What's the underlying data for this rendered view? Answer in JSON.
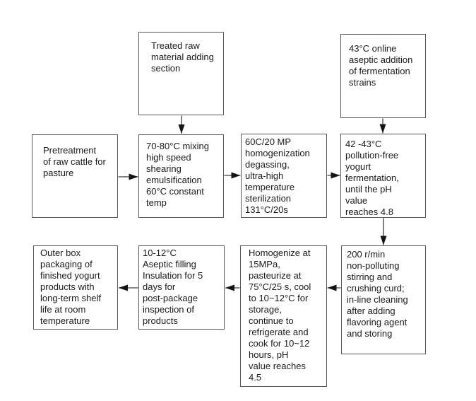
{
  "canvas": {
    "background": "#ffffff",
    "box_border_color": "#595959",
    "text_color": "#1a1a1a",
    "arrow_color": "#1a1a1a"
  },
  "flowchart": {
    "nodes": [
      {
        "id": "treated-raw-material",
        "text": "Treated raw\nmaterial adding\nsection"
      },
      {
        "id": "fermentation-strains-addition",
        "text": "43°C online\naseptic addition\nof fermentation\nstrains"
      },
      {
        "id": "pretreatment",
        "text": "Pretreatment\nof raw cattle for\npasture"
      },
      {
        "id": "mixing-emulsification",
        "text": "70-80°C mixing\nhigh speed\nshearing\nemulsification\n60°C constant\ntemp"
      },
      {
        "id": "homogenization-sterilization",
        "text": "60C/20 MP\nhomogenization\ndegassing,\nultra-high\ntemperature\nsterilization\n131°C/20s"
      },
      {
        "id": "yogurt-fermentation",
        "text": "42 -43°C\npollution-free\nyogurt\nfermentation,\nuntil the pH\nvalue\nreaches 4.8"
      },
      {
        "id": "outer-box-packaging",
        "text": "Outer box\npackaging of\nfinished yogurt\nproducts with\nlong-term shelf\nlife at room\ntemperature"
      },
      {
        "id": "aseptic-filling",
        "text": "10-12°C\nAseptic filling\nInsulation for 5\ndays for\npost-package\ninspection of\nproducts"
      },
      {
        "id": "homogenize-pasteurize-storage",
        "text": "Homogenize at\n15MPa,\npasteurize at\n75°C/25 s, cool\nto 10~12°C for\nstorage,\ncontinue to\nrefrigerate and\ncook for 10~12\nhours, pH\nvalue reaches\n4.5"
      },
      {
        "id": "stirring-crushing",
        "text": "200 r/min\nnon-polluting\nstirring and\ncrushing curd;\nin-line cleaning\nafter adding\nflavoring agent\nand storing"
      }
    ],
    "edges": [
      {
        "from": "treated-raw-material",
        "to": "mixing-emulsification",
        "direction": "down"
      },
      {
        "from": "pretreatment",
        "to": "mixing-emulsification",
        "direction": "right"
      },
      {
        "from": "mixing-emulsification",
        "to": "homogenization-sterilization",
        "direction": "right"
      },
      {
        "from": "homogenization-sterilization",
        "to": "yogurt-fermentation",
        "direction": "right"
      },
      {
        "from": "fermentation-strains-addition",
        "to": "yogurt-fermentation",
        "direction": "down"
      },
      {
        "from": "yogurt-fermentation",
        "to": "stirring-crushing",
        "direction": "down"
      },
      {
        "from": "stirring-crushing",
        "to": "homogenize-pasteurize-storage",
        "direction": "left"
      },
      {
        "from": "homogenize-pasteurize-storage",
        "to": "aseptic-filling",
        "direction": "left"
      },
      {
        "from": "aseptic-filling",
        "to": "outer-box-packaging",
        "direction": "left"
      }
    ]
  }
}
